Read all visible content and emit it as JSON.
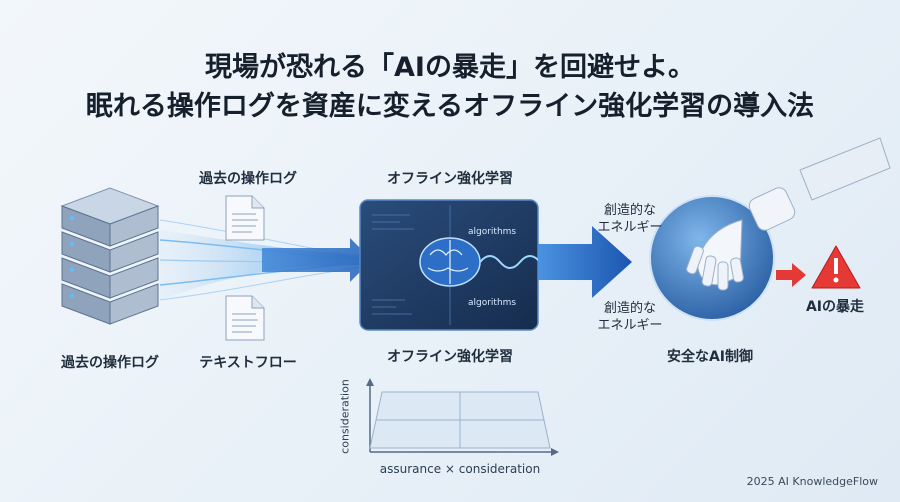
{
  "title_line1": "現場が恐れる「AIの暴走」を回避せよ。",
  "title_line2": "眠れる操作ログを資産に変えるオフライン強化学習の導入法",
  "labels": {
    "server_bottom": "過去の操作ログ",
    "doc_top": "過去の操作ログ",
    "doc_bottom": "テキストフロー",
    "center_top": "オフライン強化学習",
    "center_bottom": "オフライン強化学習",
    "panel_algo_top": "algorithms",
    "panel_algo_bottom": "algorithms",
    "energy_top_1": "創造的な",
    "energy_top_2": "エネルギー",
    "energy_bottom_1": "創造的な",
    "energy_bottom_2": "エネルギー",
    "safe_ai": "安全なAI制御",
    "runaway": "AIの暴走"
  },
  "matrix": {
    "y_label": "consideration",
    "x_label": "assurance × consideration"
  },
  "footer": "2025 AI KnowledgeFlow",
  "colors": {
    "accent_blue": "#2a6fcf",
    "panel_dark": "#1c3559",
    "warning_red": "#e53935"
  }
}
